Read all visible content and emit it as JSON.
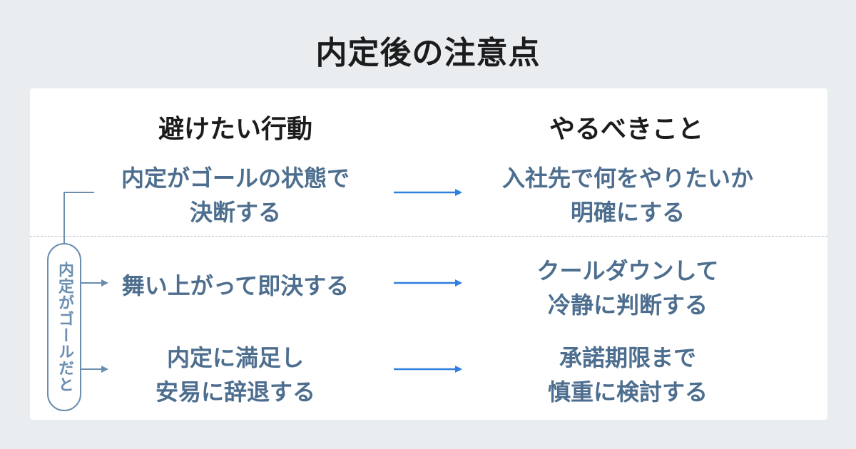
{
  "title": "内定後の注意点",
  "headers": {
    "avoid": "避けたい行動",
    "do": "やるべきこと"
  },
  "rows": [
    {
      "avoid": [
        "内定がゴールの状態で",
        "決断する"
      ],
      "do": [
        "入社先で何をやりたいか",
        "明確にする"
      ]
    },
    {
      "avoid": [
        "舞い上がって即決する"
      ],
      "do": [
        "クールダウンして",
        "冷静に判断する"
      ]
    },
    {
      "avoid": [
        "内定に満足し",
        "安易に辞退する"
      ],
      "do": [
        "承諾期限まで",
        "慎重に検討する"
      ]
    }
  ],
  "side_label": "内定がゴールだと",
  "colors": {
    "text": "#4d6e8e",
    "arrow": "#2f7fe0",
    "connector": "#6a8db0",
    "background": "#e9edef"
  }
}
